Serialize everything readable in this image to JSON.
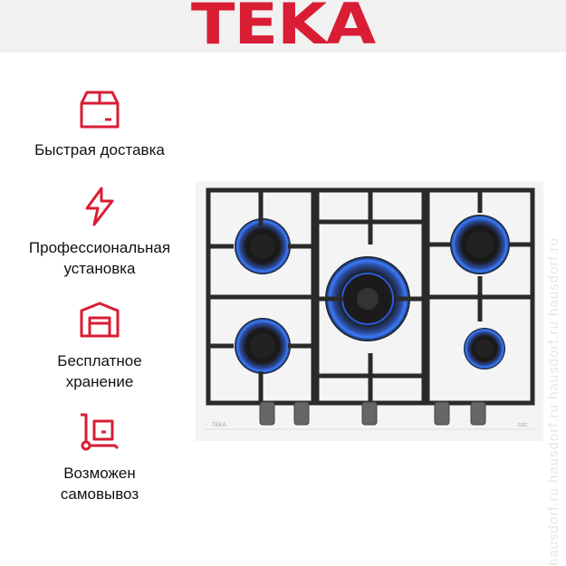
{
  "brand": {
    "logo_text": "TEKA",
    "color": "#d81d35"
  },
  "features": [
    {
      "icon": "box-icon",
      "label_line1": "Быстрая доставка",
      "label_line2": ""
    },
    {
      "icon": "lightning-icon",
      "label_line1": "Профессиональная",
      "label_line2": "установка"
    },
    {
      "icon": "warehouse-icon",
      "label_line1": "Бесплатное",
      "label_line2": "хранение"
    },
    {
      "icon": "hand-truck-icon",
      "label_line1": "Возможен",
      "label_line2": "самовывоз"
    }
  ],
  "product": {
    "panel_brand": "TEKA",
    "panel_model": "GZC"
  },
  "watermark": "hausdorf.ru   hausdorf.ru   hausdorf.ru   hausdorf.ru"
}
